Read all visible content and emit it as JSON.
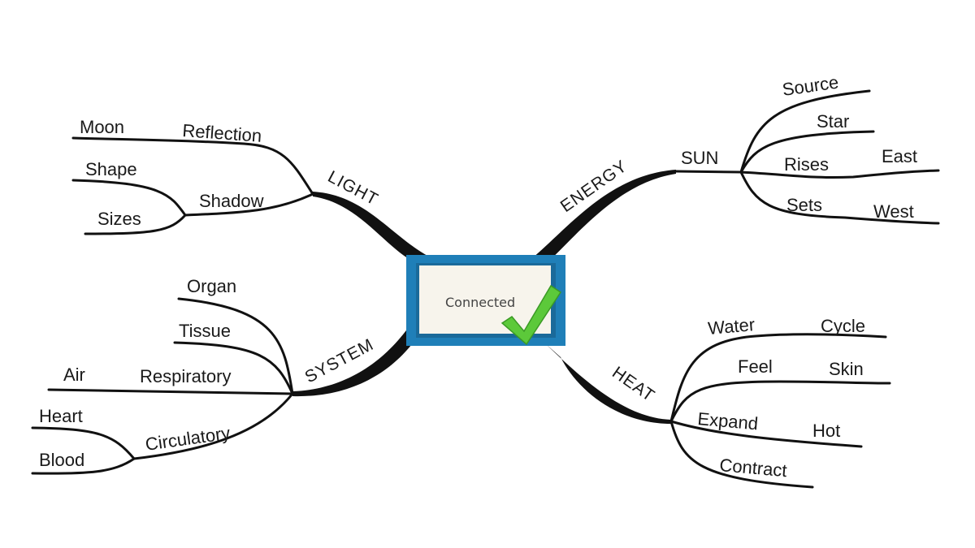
{
  "center": {
    "label": "Connected",
    "icon": "checkmark-icon",
    "border_color": "#1f7fb8",
    "check_color": "#5cc93a"
  },
  "branches": {
    "light": {
      "label": "LIGHT",
      "reflection": "Reflection",
      "moon": "Moon",
      "shadow": "Shadow",
      "shape": "Shape",
      "sizes": "Sizes"
    },
    "energy": {
      "label": "ENERGY",
      "sun": "SUN",
      "source": "Source",
      "star": "Star",
      "rises": "Rises",
      "east": "East",
      "sets": "Sets",
      "west": "West"
    },
    "system": {
      "label": "SYSTEM",
      "organ": "Organ",
      "tissue": "Tissue",
      "respiratory": "Respiratory",
      "air": "Air",
      "circulatory": "Circulatory",
      "heart": "Heart",
      "blood": "Blood"
    },
    "heat": {
      "label": "HEAT",
      "water": "Water",
      "cycle": "Cycle",
      "feel": "Feel",
      "skin": "Skin",
      "expand": "Expand",
      "hot": "Hot",
      "contract": "Contract"
    }
  }
}
